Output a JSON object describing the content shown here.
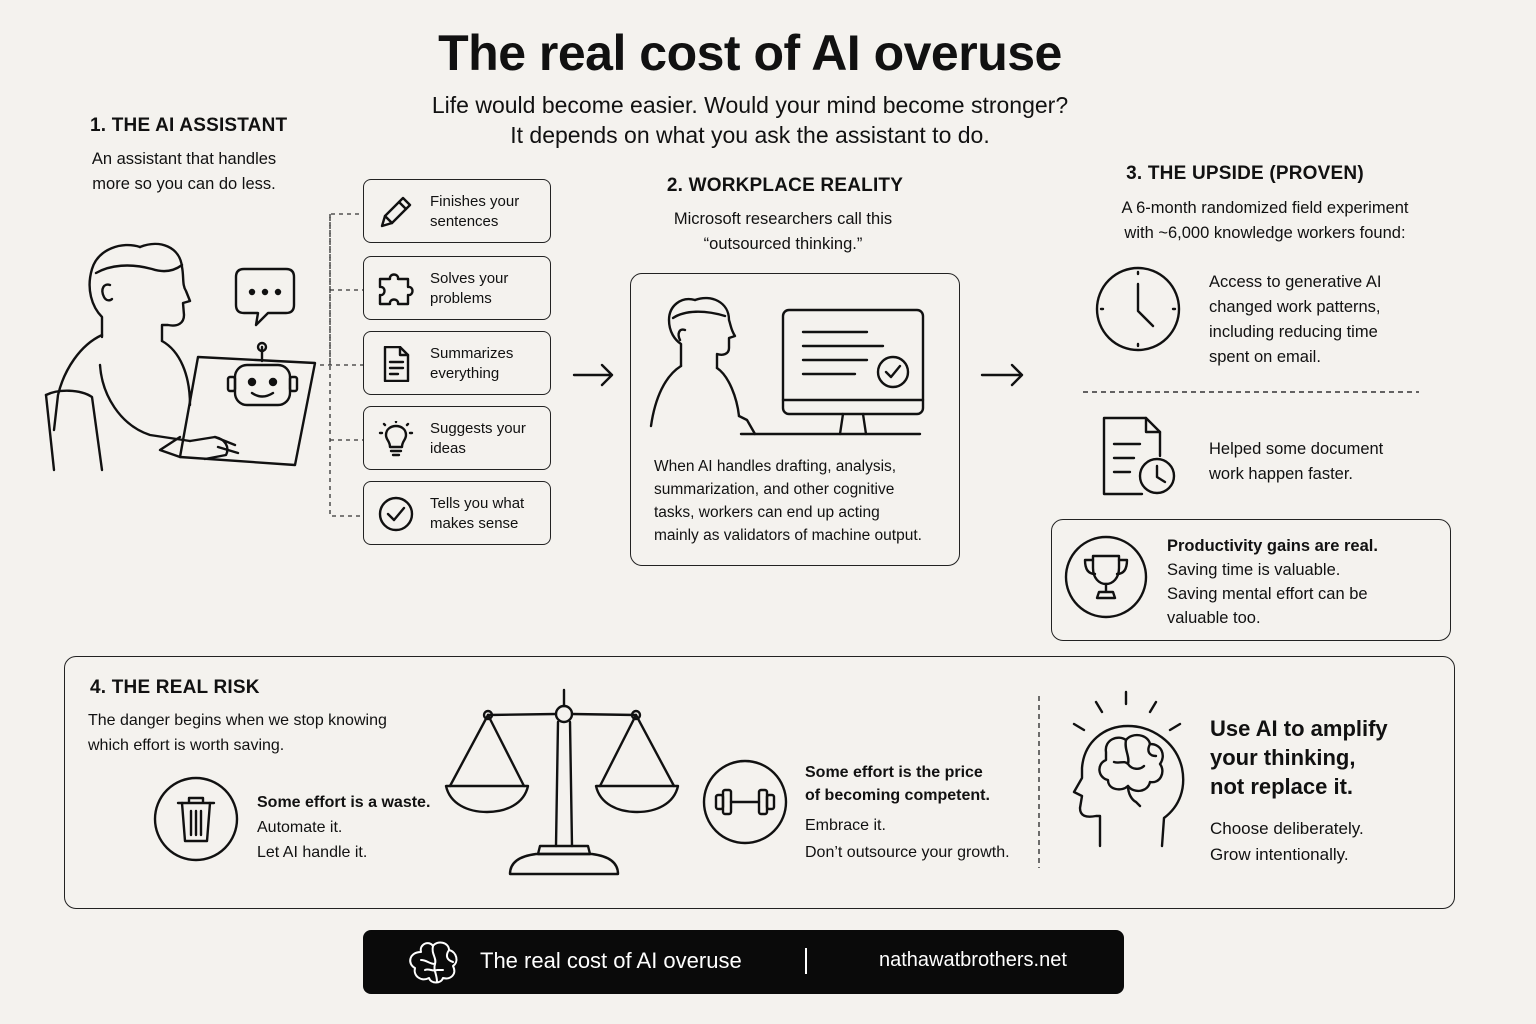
{
  "title": "The real cost of AI overuse",
  "subtitle": {
    "line1": "Life would become easier. Would your mind become stronger?",
    "line2": "It depends on what you ask the assistant to do."
  },
  "section1": {
    "heading": "1. THE AI ASSISTANT",
    "desc_line1": "An assistant that handles",
    "desc_line2": "more so you can do less.",
    "features": [
      {
        "l1": "Finishes your",
        "l2": "sentences",
        "icon": "pencil-icon"
      },
      {
        "l1": "Solves your",
        "l2": "problems",
        "icon": "puzzle-icon"
      },
      {
        "l1": "Summarizes",
        "l2": "everything",
        "icon": "document-icon"
      },
      {
        "l1": "Suggests your",
        "l2": "ideas",
        "icon": "lightbulb-icon"
      },
      {
        "l1": "Tells you what",
        "l2": "makes sense",
        "icon": "checkmark-icon"
      }
    ]
  },
  "section2": {
    "heading": "2. WORKPLACE REALITY",
    "desc_line1": "Microsoft researchers call this",
    "desc_line2": "“outsourced thinking.”",
    "box_l1": "When AI handles drafting, analysis,",
    "box_l2": "summarization, and other cognitive",
    "box_l3": "tasks, workers can end up acting",
    "box_l4": "mainly as validators of machine output."
  },
  "section3": {
    "heading": "3. THE UPSIDE (PROVEN)",
    "desc_line1": "A 6-month randomized field experiment",
    "desc_line2": "with ~6,000 knowledge workers found:",
    "finding1": {
      "l1": "Access to generative AI",
      "l2": "changed work patterns,",
      "l3": "including reducing time",
      "l4": "spent on email."
    },
    "finding2": {
      "l1": "Helped some document",
      "l2": "work happen faster."
    },
    "box": {
      "bold": "Productivity gains are real.",
      "l2": "Saving time is valuable.",
      "l3": "Saving mental effort can be",
      "l4": "valuable too."
    }
  },
  "section4": {
    "heading": "4. THE REAL RISK",
    "desc_line1": "The danger begins when we stop knowing",
    "desc_line2": "which effort is worth saving.",
    "waste": {
      "bold": "Some effort is a waste.",
      "l2": "Automate it.",
      "l3": "Let AI handle it."
    },
    "price": {
      "bold1": "Some effort is the price",
      "bold2": "of becoming competent.",
      "l3": "Embrace it.",
      "l4": "Don’t outsource your growth."
    },
    "amplify": {
      "h1": "Use AI to amplify",
      "h2": "your thinking,",
      "h3": "not replace it.",
      "l4": "Choose deliberately.",
      "l5": "Grow intentionally."
    }
  },
  "footer": {
    "title": "The real cost of AI overuse",
    "url": "nathawatbrothers.net"
  }
}
